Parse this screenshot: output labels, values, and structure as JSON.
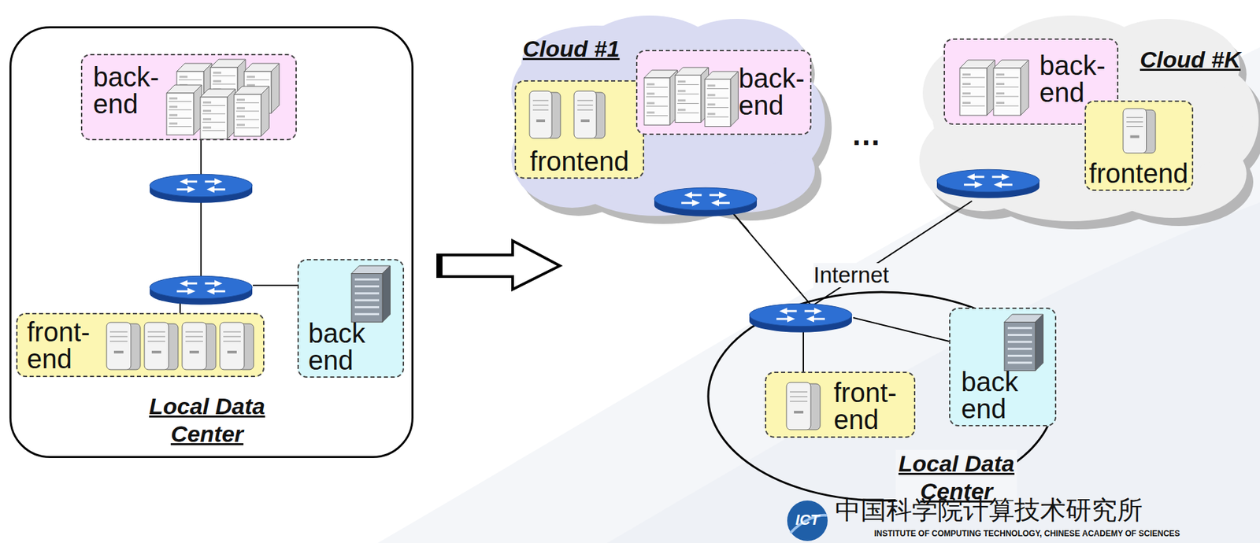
{
  "diagram": {
    "nodes": [
      {
        "text": [
          "Local Data Center"
        ]
      },
      {
        "text": [
          "back- end"
        ],
        "in": 0
      },
      {
        "text": [
          "front- end"
        ],
        "in": 0
      },
      {
        "text": [
          "back end"
        ],
        "in": 0
      },
      {
        "text": [
          "Cloud #1"
        ]
      },
      {
        "text": [
          "frontend"
        ],
        "in": 4
      },
      {
        "text": [
          "back- end"
        ],
        "in": 4
      },
      {
        "text": [
          "Cloud #K"
        ]
      },
      {
        "text": [
          "back- end"
        ],
        "in": 7
      },
      {
        "text": [
          "frontend"
        ],
        "in": 7
      },
      {
        "text": [
          "Local Data Center"
        ]
      },
      {
        "text": [
          "front- end"
        ],
        "in": 10
      },
      {
        "text": [
          "back end"
        ],
        "in": 10
      }
    ],
    "edges": [
      {
        "from": 4,
        "to": 10,
        "arrow": "none"
      },
      {
        "from": 7,
        "to": 10,
        "arrow": "none"
      }
    ],
    "labels": [
      "…",
      "Internet",
      "ICT",
      "中国科学院计算技术研究所",
      "INSTITUTE OF COMPUTING TECHNOLOGY, CHINESE ACADEMY OF SCIENCES"
    ]
  }
}
